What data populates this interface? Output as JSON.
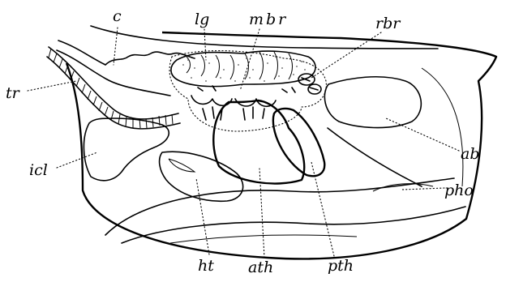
{
  "figure": {
    "labels": {
      "c": "c",
      "lg": "lg",
      "mbr": "mbr",
      "rbr": "rbr",
      "tr": "tr",
      "icl": "icl",
      "ab": "ab",
      "pho": "pho",
      "ht": "ht",
      "ath": "ath",
      "pth": "pth"
    }
  }
}
